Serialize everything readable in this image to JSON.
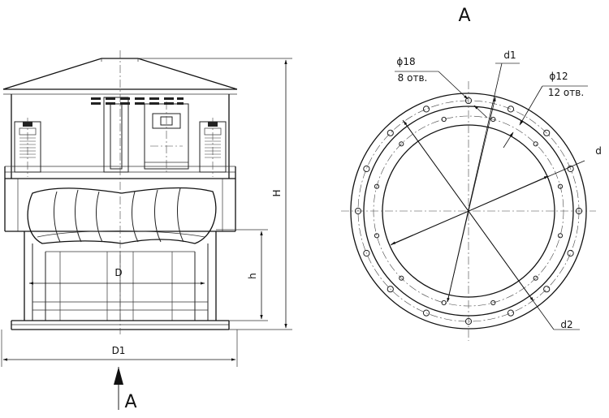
{
  "view_label_top": "А",
  "view_label_bottom": "А",
  "side_view": {
    "dim_H": "H",
    "dim_h": "h",
    "dim_D": "D",
    "dim_D1": "D1"
  },
  "plan_view": {
    "dim_d": "d",
    "dim_d1": "d1",
    "dim_d2": "d2",
    "hole_large_diameter": "ϕ18",
    "hole_large_count": "8 отв.",
    "hole_small_diameter": "ϕ12",
    "hole_small_count": "12 отв."
  }
}
